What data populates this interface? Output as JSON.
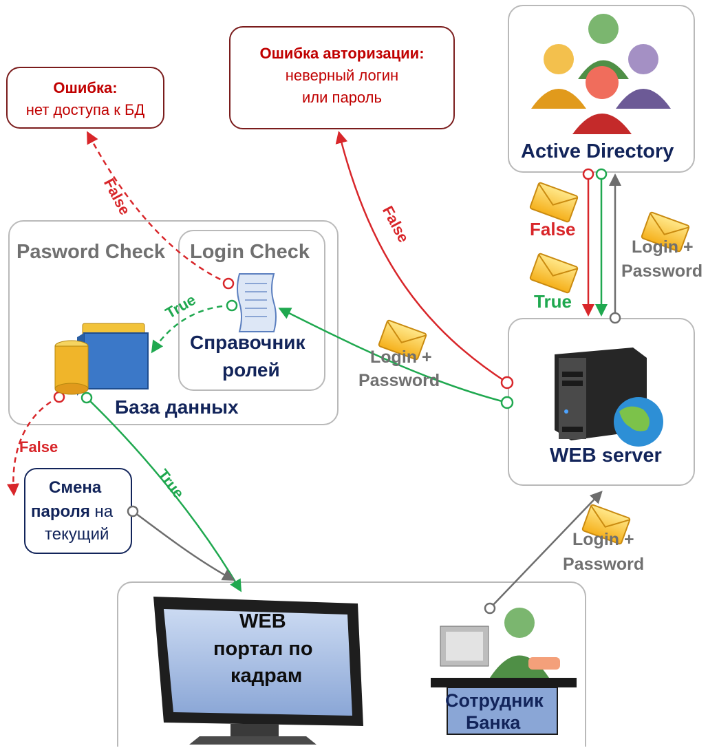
{
  "errors": {
    "db": {
      "title": "Ошибка:",
      "text": "нет доступа к БД"
    },
    "auth": {
      "title": "Ошибка авторизации:",
      "line1": "неверный логин",
      "line2": "или пароль"
    }
  },
  "groups": {
    "password_check": "Pasword Check",
    "login_check": "Login Check"
  },
  "nodes": {
    "active_directory": "Active Directory",
    "roles_line1": "Справочник",
    "roles_line2": "ролей",
    "database": "База данных",
    "web_server": "WEB server",
    "change_pwd_line1": "Смена",
    "change_pwd_bold": "пароля",
    "change_pwd_rest": " на",
    "change_pwd_line3": "текущий",
    "portal_line1": "WEB",
    "portal_line2": "портал по",
    "portal_line3": "кадрам",
    "employee_line1": "Сотрудник",
    "employee_line2": "Банка"
  },
  "edge_labels": {
    "false": "False",
    "true": "True",
    "login_plus": "Login +",
    "password": "Password"
  },
  "colors": {
    "false": "#d8262a",
    "true": "#1fa84f",
    "neutral": "#6d6d6d",
    "error_text": "#c00000",
    "navy_text": "#12245a",
    "box_border": "#b9b9b9"
  },
  "icons": [
    "people-group-icon",
    "scroll-document-icon",
    "database-folder-icon",
    "server-globe-icon",
    "monitor-icon",
    "employee-at-desk-icon",
    "envelope-icon"
  ]
}
